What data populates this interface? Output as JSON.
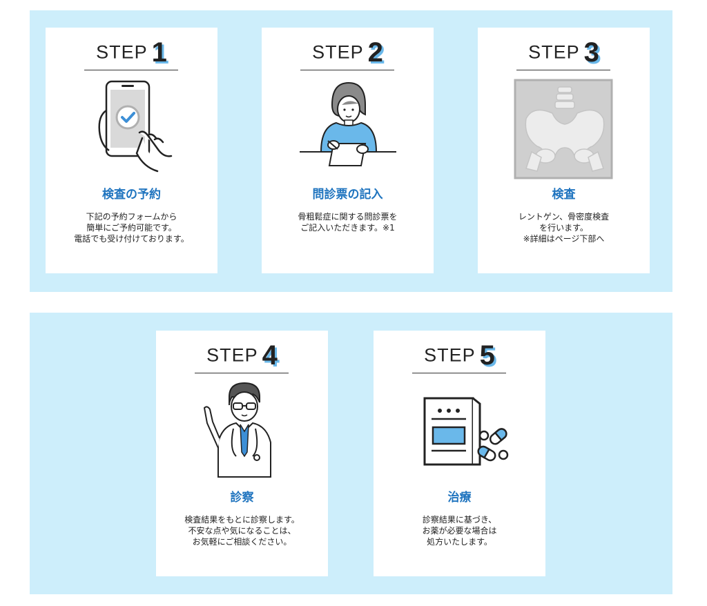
{
  "colors": {
    "band": "#cdeefb",
    "title": "#1f74bf",
    "accent": "#6ab8ea"
  },
  "steps": [
    {
      "label": "STEP",
      "number": "1",
      "title": "検査の予約",
      "desc": "下記の予約フォームから\n簡単にご予約可能です。\n電話でも受け付けております。",
      "icon": "smartphone-check-icon"
    },
    {
      "label": "STEP",
      "number": "2",
      "title": "問診票の記入",
      "desc": "骨粗鬆症に関する問診票を\nご記入いただきます。※1",
      "icon": "woman-writing-icon"
    },
    {
      "label": "STEP",
      "number": "3",
      "title": "検査",
      "desc": "レントゲン、骨密度検査\nを行います。\n※詳細はページ下部へ",
      "icon": "xray-pelvis-icon"
    },
    {
      "label": "STEP",
      "number": "4",
      "title": "診察",
      "desc": "検査結果をもとに診察します。\n不安な点や気になることは、\nお気軽にご相談ください。",
      "icon": "doctor-icon"
    },
    {
      "label": "STEP",
      "number": "5",
      "title": "治療",
      "desc": "診察結果に基づき、\nお薬が必要な場合は\n処方いたします。",
      "icon": "medicine-pills-icon"
    }
  ]
}
